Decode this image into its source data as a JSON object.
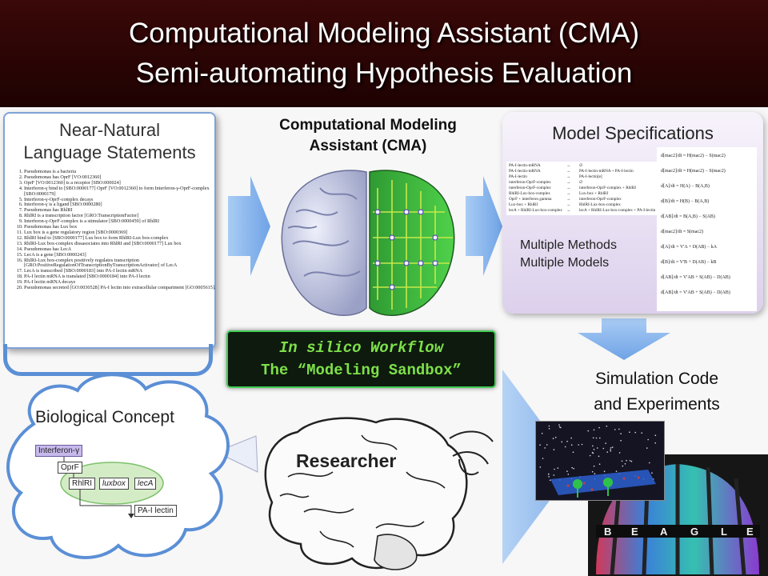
{
  "header": {
    "title_line1": "Computational Modeling Assistant (CMA)",
    "title_line2": "Semi-automating Hypothesis Evaluation"
  },
  "natural_language": {
    "heading_line1": "Near-Natural",
    "heading_line2": "Language Statements",
    "statements": [
      "Pseudomonas is a bacteria",
      "Pseudomonas has OprF [VO:0012360]",
      "OprF [VO:0012360] is a receptor [SBO:000024]",
      "Interferon-γ bind to [SBO:0000177] OprF [VO:0012360] to form Interferon-γ-OprF-complex [SBO:0000179]",
      "Interferon-γ-OprF-complex decays",
      "Interferon-γ is a ligand [SBO:0000280]",
      "Pseudomonas has RhlRI",
      "RhlRI is a transcription factor [GRO:TranscriptionFactor]",
      "Interferon-γ-OprF-complex is a stimulator [SBO:0000459] of RhlRI",
      "Pseudomonas has Lux box",
      "Lux box is a gene regulatory region [SBO:0000369]",
      "RhlRI bind to [SBO:0000177] Lux box to form RhlRI-Lux box-complex",
      "RhlRI-Lux box-complex dissasociates into RhlRI and [SBO:0000177] Lux box",
      "Pseudomonas has LecA",
      "LecA is a gene [SBO:0000243]",
      "RhlRI-Lux box-complex positively regulates transcription [GRO:PositiveRegulationOfTranscriptionByTranscriptionActivator] of LecA",
      "LecA is transcribed [SBO:0000183] into PA-I lectin mRNA",
      "PA-I lectin mRNA is translated [SBO:0000184] into PA-I lectin",
      "PA-I lectin mRNA decays",
      "Pseudomonas secreted [GO:0030528] PA-I lectin into extracellular compartment [GO:0005615]."
    ]
  },
  "cma": {
    "title_line1": "Computational Modeling",
    "title_line2": "Assistant (CMA)"
  },
  "workflow": {
    "line1": "In silico Workflow",
    "line2": "The “Modeling Sandbox”"
  },
  "model_spec": {
    "heading": "Model Specifications",
    "sub_line1": "Multiple Methods",
    "sub_line2": "Multiple Models",
    "reactions": [
      [
        "PA-I-lectin-mRNA",
        "→",
        "∅"
      ],
      [
        "PA-I-lectin-mRNA",
        "→",
        "PA-I-lectin-mRNA + PA-I-lectin"
      ],
      [
        "PA-I-lectin",
        "→",
        "PA-I-lectin[e]"
      ],
      [
        "interferon-OprF-complex",
        "→",
        "∅"
      ],
      [
        "interferon-OprF-complex",
        "→",
        "interferon-OprF-complex + RhlRI"
      ],
      [
        "RhlRI-Lux-box-complex",
        "→",
        "Lux-box + RhlRI"
      ],
      [
        "OprF + interferon gamma",
        "→",
        "interferon-OprF-complex"
      ],
      [
        "Lux-box + RhlRI",
        "→",
        "RhlRI-Lux-box-complex"
      ],
      [
        "lecA + RhlRI-Lux-box-complex",
        "→",
        "lecA + RhlRI-Lux-box-complex + PA-I-lectin"
      ]
    ],
    "equations": [
      "d[mac2]/dt = H(mac2) − S(mac2)",
      "d[mac2]/dt = H(mac2) − S(mac2)",
      "d[A]/dt = H(A) − B(A,B)",
      "d[B]/dt = H(B) − B(A,B)",
      "d[AB]/dt = B(A,B) − S(AB)",
      "d[mac2]/dt = S(mac2)",
      "d[A]/dt = V'A + D(AB) − kA",
      "d[B]/dt = V'B + D(AB) − kB",
      "d[AB]/dt = V'AB + S(AB) − D(AB)",
      "d[AB]/dt = V'AB + S(AB) − D(AB)"
    ]
  },
  "simulation": {
    "label_line1": "Simulation Code",
    "label_line2": "and Experiments",
    "beagle_letters": [
      "B",
      "E",
      "A",
      "G",
      "L",
      "E"
    ]
  },
  "concept": {
    "label": "Biological Concept",
    "nodes": {
      "interferon": "Interferon-γ",
      "oprf": "OprF",
      "rhlri": "RhlRI",
      "luxbox": "luxbox",
      "leca": "lecA",
      "pa_lectin": "PA-I lectin"
    }
  },
  "researcher": {
    "label": "Researcher"
  },
  "colors": {
    "header_bg": "#2a0505",
    "arrow_blue": "#7fb0ec",
    "workflow_text": "#7ee04a",
    "model_box": "#e6ddf0"
  }
}
